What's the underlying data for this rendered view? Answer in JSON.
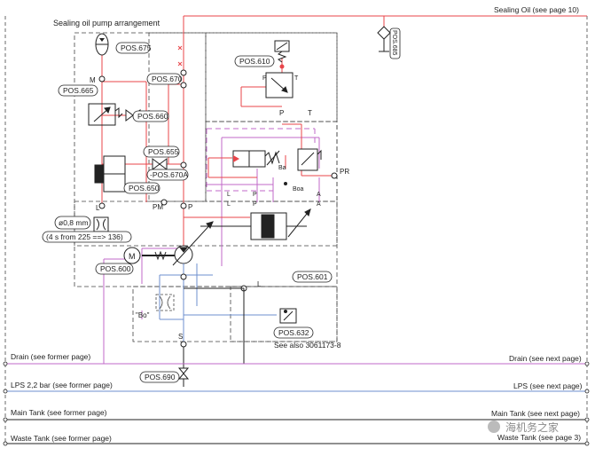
{
  "title": "Sealing oil pump arrangement",
  "rails": {
    "sealing_oil": "Sealing Oil (see page 10)",
    "drain_left": "Drain (see former page)",
    "drain_right": "Drain (see next page)",
    "lps_left": "LPS 2,2 bar (see former page)",
    "lps_right": "LPS (see next page)",
    "main_left": "Main Tank (see former page)",
    "main_right": "Main Tank (see next page)",
    "waste_left": "Waste Tank (see former page)",
    "waste_right": "Waste Tank (see page 3)"
  },
  "positions": {
    "p675": "POS.675",
    "p670": "POS.670",
    "p665": "POS.665",
    "p660": "POS.660",
    "p655": "POS.655",
    "p670a": "-POS.670A",
    "p650": "POS.650",
    "p610": "POS.610",
    "p685": "POS.685",
    "p600": "POS.600",
    "p601": "POS.601",
    "p632": "POS.632",
    "p690": "POS.690"
  },
  "ports": {
    "m": "M",
    "l1": "L",
    "pm": "PM",
    "p1": "P",
    "p_valve": "P",
    "t_valve": "T",
    "p_block": "P",
    "t_block": "T",
    "pr": "PR",
    "ba": "Ba",
    "boa": "Boa",
    "l_a": "L",
    "l_b": "L",
    "p_a": "P",
    "p_b": "P",
    "a_a": "A",
    "a_b": "A",
    "l_pump": "L",
    "s_pump": "S",
    "motor": "M",
    "bo_box": "\"Bo\""
  },
  "notes": {
    "orifice": "ø0,8 mm",
    "timing": "(4 s from 225 ==> 136)",
    "see_also": "See also 3061173-8"
  },
  "watermark": "海机务之家",
  "colors": {
    "red": "#e8454a",
    "blue": "#6d8fcf",
    "magenta": "#c06ac8",
    "black": "#222222",
    "dash": "#444444"
  }
}
